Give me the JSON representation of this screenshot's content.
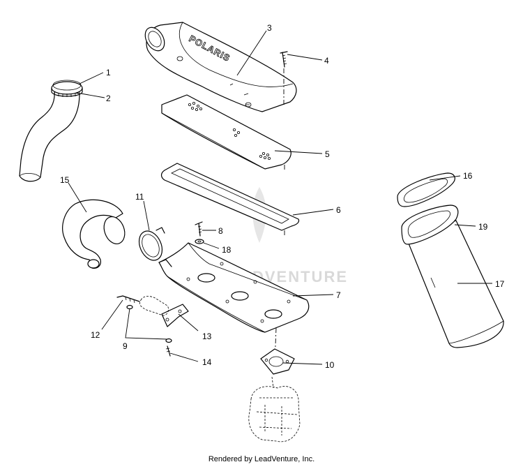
{
  "diagram": {
    "brand_text": "POLARIS",
    "watermark_text": "LEADVENTURE",
    "callouts": [
      {
        "id": "1",
        "label": "1"
      },
      {
        "id": "2",
        "label": "2"
      },
      {
        "id": "3",
        "label": "3"
      },
      {
        "id": "4",
        "label": "4"
      },
      {
        "id": "5",
        "label": "5"
      },
      {
        "id": "6",
        "label": "6"
      },
      {
        "id": "7",
        "label": "7"
      },
      {
        "id": "8",
        "label": "8"
      },
      {
        "id": "9",
        "label": "9"
      },
      {
        "id": "10",
        "label": "10"
      },
      {
        "id": "11",
        "label": "11"
      },
      {
        "id": "12",
        "label": "12"
      },
      {
        "id": "13",
        "label": "13"
      },
      {
        "id": "14",
        "label": "14"
      },
      {
        "id": "15",
        "label": "15"
      },
      {
        "id": "16",
        "label": "16"
      },
      {
        "id": "17",
        "label": "17"
      },
      {
        "id": "18",
        "label": "18"
      },
      {
        "id": "19",
        "label": "19"
      }
    ]
  },
  "footer": {
    "text": "Rendered by LeadVenture, Inc."
  }
}
